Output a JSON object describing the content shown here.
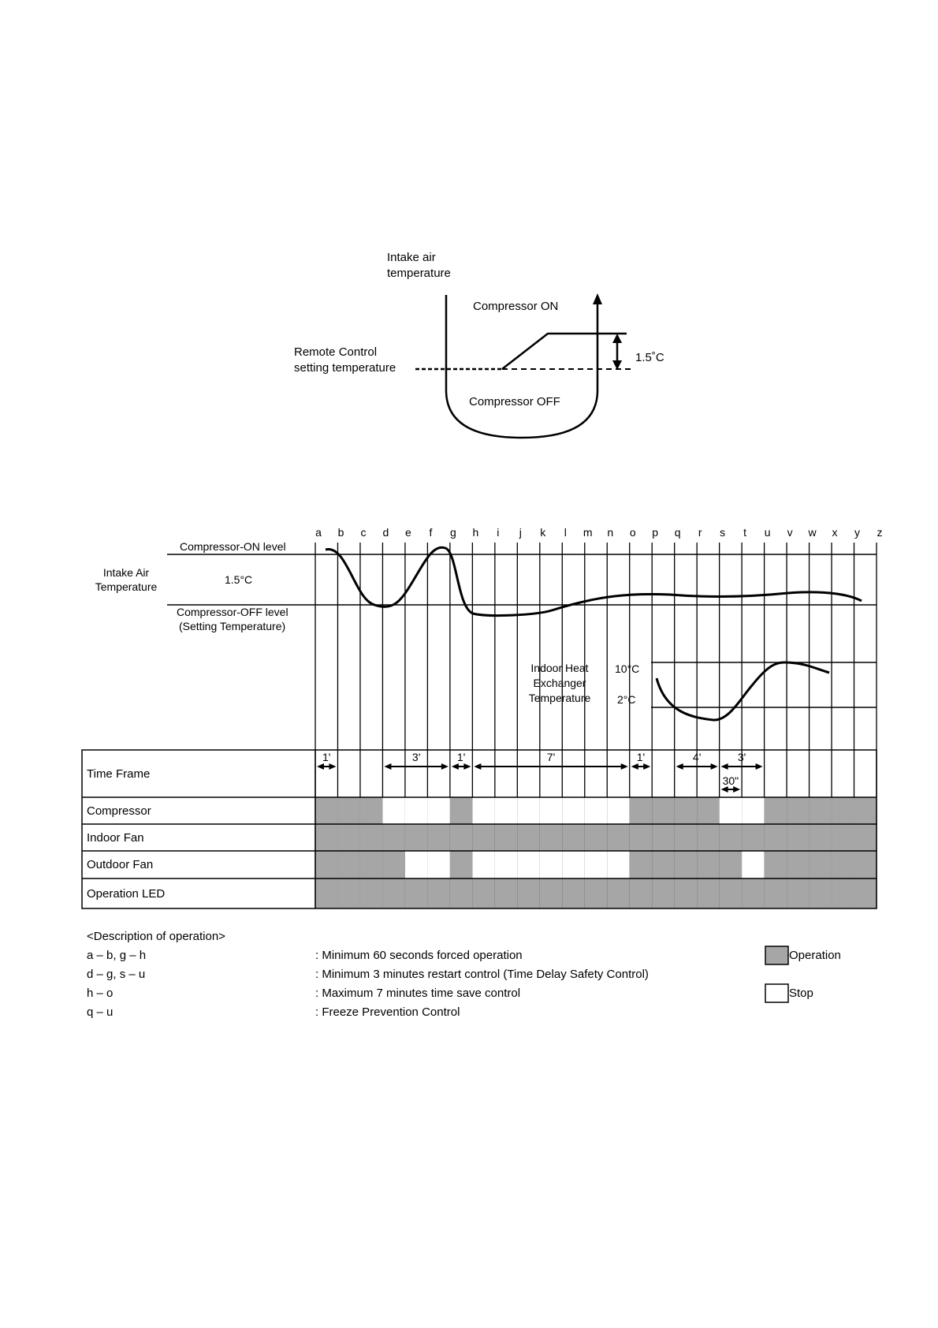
{
  "diagram1": {
    "y_axis_label": [
      "Intake air",
      "temperature"
    ],
    "compressor_on": "Compressor ON",
    "compressor_off": "Compressor OFF",
    "setting_label": [
      "Remote Control",
      "setting temperature"
    ],
    "differential": "1.5˚C"
  },
  "diagram2": {
    "columns": [
      "a",
      "b",
      "c",
      "d",
      "e",
      "f",
      "g",
      "h",
      "i",
      "j",
      "k",
      "l",
      "m",
      "n",
      "o",
      "p",
      "q",
      "r",
      "s",
      "t",
      "u",
      "v",
      "w",
      "x",
      "y",
      "z"
    ],
    "intake_label": [
      "Intake Air",
      "Temperature"
    ],
    "on_level": "Compressor-ON level",
    "differential": "1.5°C",
    "off_level": [
      "Compressor-OFF level",
      "(Setting Temperature)"
    ],
    "hex_label": [
      "Indoor Heat",
      "Exchanger",
      "Temperature"
    ],
    "hex_high": "10°C",
    "hex_low": "2°C",
    "rows": [
      {
        "label": "Time Frame"
      },
      {
        "label": "Compressor",
        "operation": [
          1,
          1,
          1,
          0,
          0,
          0,
          1,
          0,
          0,
          0,
          0,
          0,
          0,
          0,
          1,
          1,
          1,
          1,
          0,
          0,
          1,
          1,
          1,
          1,
          1
        ]
      },
      {
        "label": "Indoor Fan",
        "operation": [
          1,
          1,
          1,
          1,
          1,
          1,
          1,
          1,
          1,
          1,
          1,
          1,
          1,
          1,
          1,
          1,
          1,
          1,
          1,
          1,
          1,
          1,
          1,
          1,
          1
        ]
      },
      {
        "label": "Outdoor Fan",
        "operation": [
          1,
          1,
          1,
          1,
          0,
          0,
          1,
          0,
          0,
          0,
          0,
          0,
          0,
          0,
          1,
          1,
          1,
          1,
          1,
          0,
          1,
          1,
          1,
          1,
          1
        ]
      },
      {
        "label": "Operation LED",
        "operation": [
          1,
          1,
          1,
          1,
          1,
          1,
          1,
          1,
          1,
          1,
          1,
          1,
          1,
          1,
          1,
          1,
          1,
          1,
          1,
          1,
          1,
          1,
          1,
          1,
          1
        ]
      }
    ],
    "time_spans": [
      {
        "from": "a",
        "to": "b",
        "label": "1'"
      },
      {
        "from": "d",
        "to": "g",
        "label": "3'"
      },
      {
        "from": "g",
        "to": "h",
        "label": "1'"
      },
      {
        "from": "h",
        "to": "o",
        "label": "7'"
      },
      {
        "from": "o",
        "to": "p",
        "label": "1'"
      },
      {
        "from": "q",
        "to": "s",
        "label": "4'"
      },
      {
        "from": "s",
        "to": "u",
        "label": "3'"
      },
      {
        "from": "s",
        "to": "t",
        "label": "30\""
      }
    ]
  },
  "description": {
    "title": "<Description of operation>",
    "items": [
      {
        "range": "a – b, g – h",
        "text": ": Minimum 60 seconds forced operation"
      },
      {
        "range": "d – g, s – u",
        "text": ": Minimum 3 minutes restart control (Time Delay Safety Control)"
      },
      {
        "range": "h – o",
        "text": ": Maximum 7 minutes time save control"
      },
      {
        "range": "q – u",
        "text": ": Freeze Prevention Control"
      }
    ]
  },
  "legend": {
    "operation": "Operation",
    "stop": "Stop",
    "operation_color": "#a6a6a6",
    "stop_color": "#ffffff"
  }
}
